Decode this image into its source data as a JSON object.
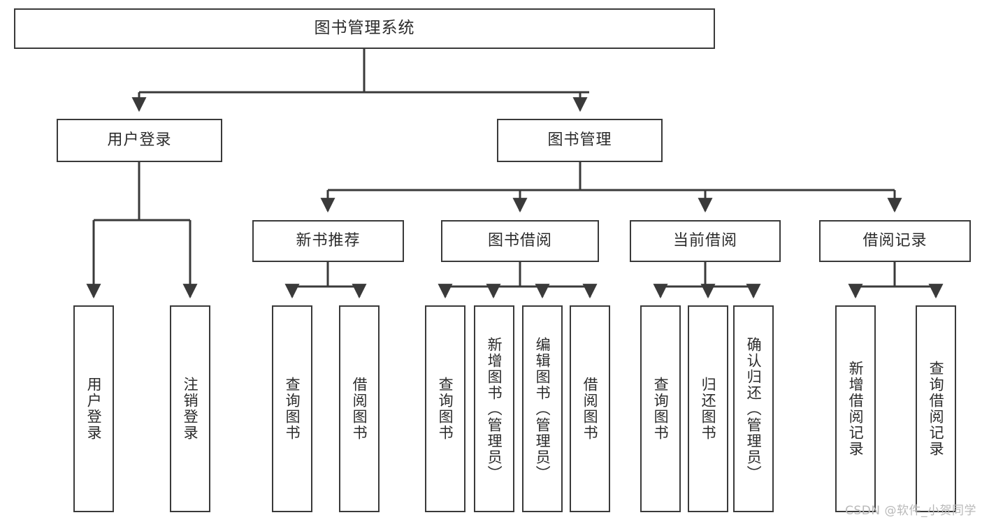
{
  "diagram": {
    "type": "tree-hierarchy-chart",
    "title_node": {
      "id": "root",
      "label": "图书管理系统"
    },
    "level2": [
      {
        "id": "user-login",
        "label": "用户登录"
      },
      {
        "id": "book-management",
        "label": "图书管理"
      }
    ],
    "level3": [
      {
        "id": "new-book-recommend",
        "label": "新书推荐",
        "parent": "book-management"
      },
      {
        "id": "book-borrow",
        "label": "图书借阅",
        "parent": "book-management"
      },
      {
        "id": "current-borrow",
        "label": "当前借阅",
        "parent": "book-management"
      },
      {
        "id": "borrow-record",
        "label": "借阅记录",
        "parent": "book-management"
      }
    ],
    "leaves": [
      {
        "id": "leaf-user-login",
        "label": "用户登录",
        "parent": "user-login"
      },
      {
        "id": "leaf-logout-login",
        "label": "注销登录",
        "parent": "user-login"
      },
      {
        "id": "leaf-query-book-1",
        "label": "查询图书",
        "parent": "new-book-recommend"
      },
      {
        "id": "leaf-borrow-book-1",
        "label": "借阅图书",
        "parent": "new-book-recommend"
      },
      {
        "id": "leaf-query-book-2",
        "label": "查询图书",
        "parent": "book-borrow"
      },
      {
        "id": "leaf-add-book",
        "label": "新增图书（管理员）",
        "parent": "book-borrow"
      },
      {
        "id": "leaf-edit-book",
        "label": "编辑图书（管理员）",
        "parent": "book-borrow"
      },
      {
        "id": "leaf-borrow-book-2",
        "label": "借阅图书",
        "parent": "book-borrow"
      },
      {
        "id": "leaf-query-book-3",
        "label": "查询图书",
        "parent": "current-borrow"
      },
      {
        "id": "leaf-return-book",
        "label": "归还图书",
        "parent": "current-borrow"
      },
      {
        "id": "leaf-confirm-return",
        "label": "确认归还（管理员）",
        "parent": "current-borrow"
      },
      {
        "id": "leaf-add-record",
        "label": "新增借阅记录",
        "parent": "borrow-record"
      },
      {
        "id": "leaf-query-record",
        "label": "查询借阅记录",
        "parent": "borrow-record"
      }
    ],
    "colors": {
      "stroke": "#3a3a3a",
      "fill": "#ffffff",
      "text": "#2b2b2b",
      "watermark": "#b9b9b9"
    }
  },
  "watermark": {
    "text": "CSDN @软件_小贺同学"
  }
}
